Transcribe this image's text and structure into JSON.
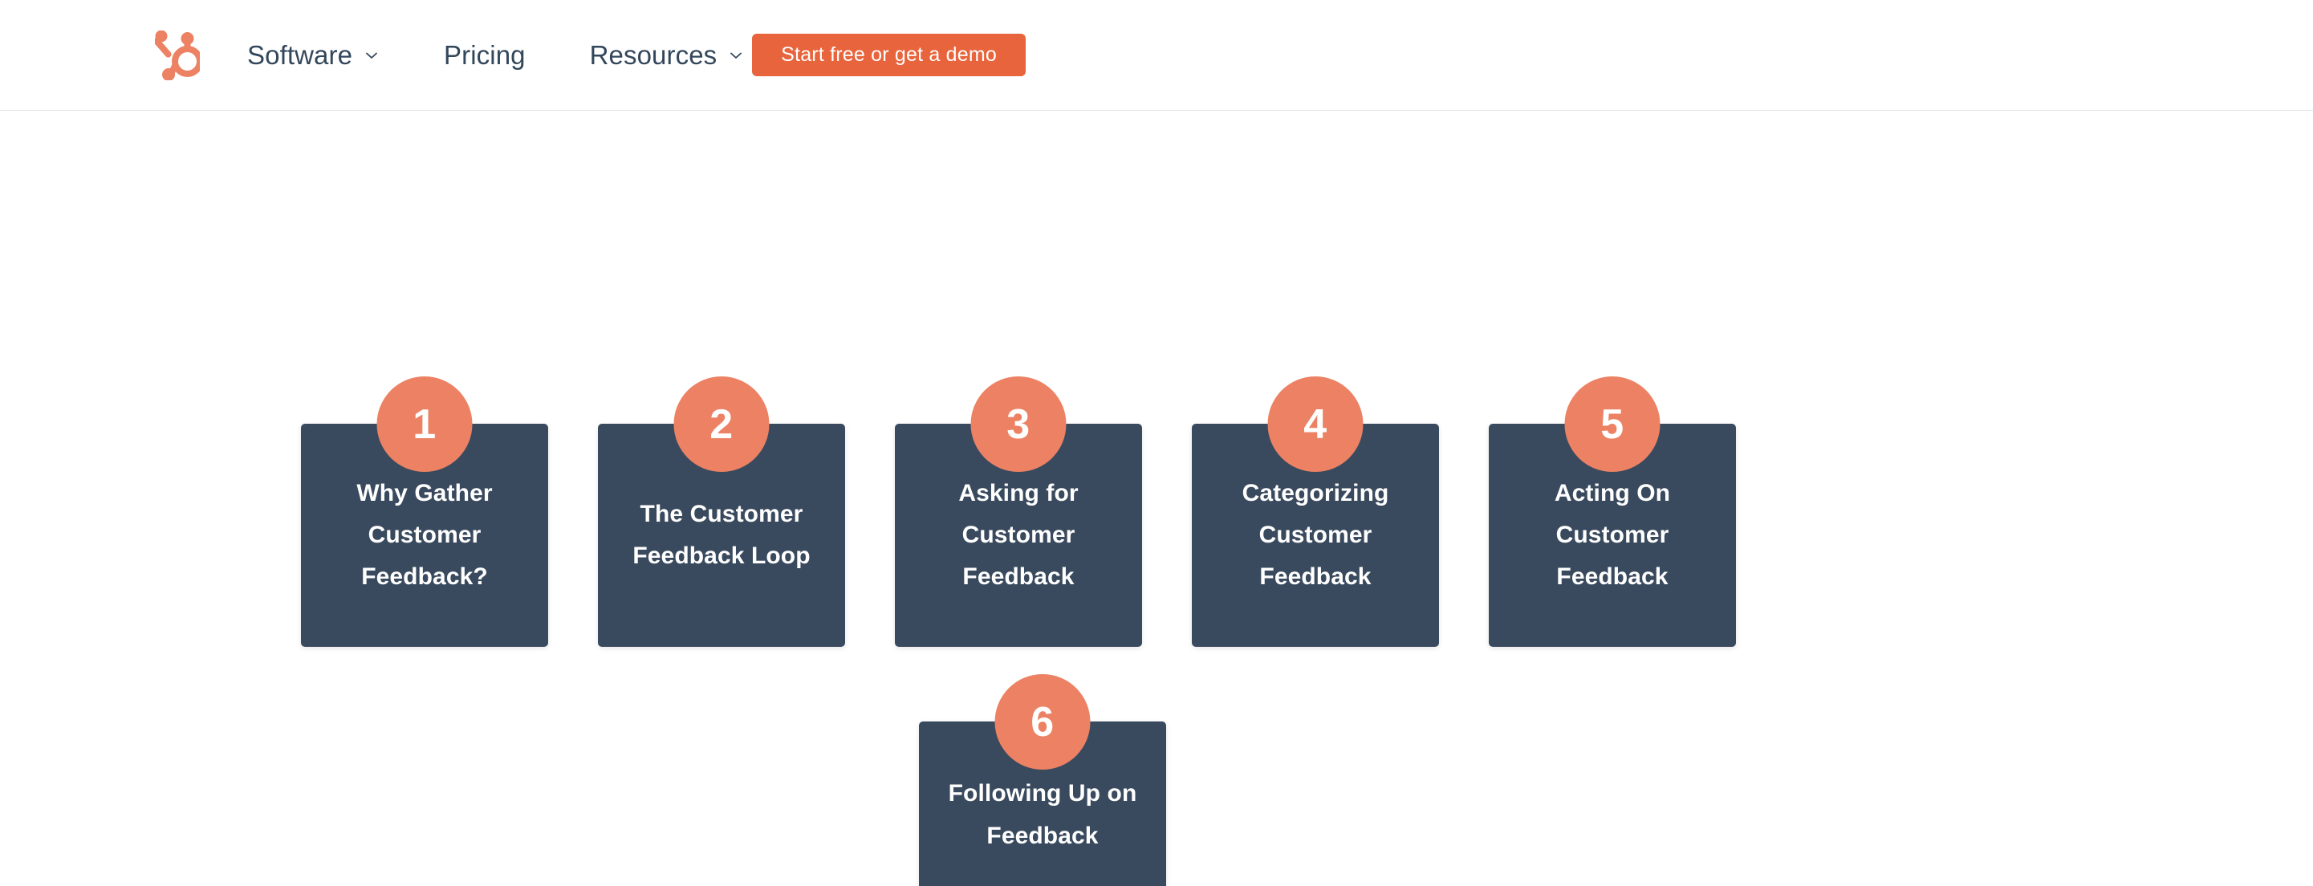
{
  "theme": {
    "accent_orange": "#ec8263",
    "cta_orange": "#e8643c",
    "card_navy": "#3a4a5e",
    "nav_text": "#33475b",
    "page_background": "#ffffff"
  },
  "header": {
    "logo_name": "hubspot-sprocket-logo",
    "nav_items": [
      {
        "label": "Software",
        "has_dropdown": true
      },
      {
        "label": "Pricing",
        "has_dropdown": false
      },
      {
        "label": "Resources",
        "has_dropdown": true
      }
    ],
    "cta": {
      "label": "Start free or get a demo"
    }
  },
  "main": {
    "rows": [
      {
        "cards": [
          {
            "number": "1",
            "title": "Why Gather Customer Feedback?"
          },
          {
            "number": "2",
            "title": "The Customer Feedback Loop"
          },
          {
            "number": "3",
            "title": "Asking for Customer Feedback"
          },
          {
            "number": "4",
            "title": "Categorizing Customer Feedback"
          },
          {
            "number": "5",
            "title": "Acting On Customer Feedback"
          }
        ]
      },
      {
        "cards": [
          {
            "number": "6",
            "title": "Following Up on Feedback"
          }
        ]
      }
    ]
  }
}
